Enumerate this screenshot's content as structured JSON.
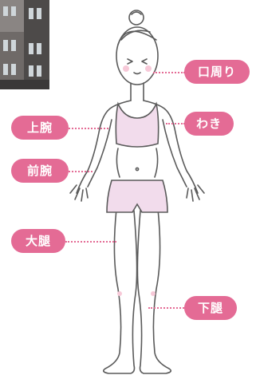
{
  "labels": {
    "mouth": "口周り",
    "underarm": "わき",
    "upper_arm": "上腕",
    "forearm": "前腕",
    "thigh": "大腿",
    "lower_leg": "下腿"
  },
  "colors": {
    "label_bg": "#e46b95",
    "clothing": "#f2dcec",
    "line": "#5a5a5a"
  }
}
